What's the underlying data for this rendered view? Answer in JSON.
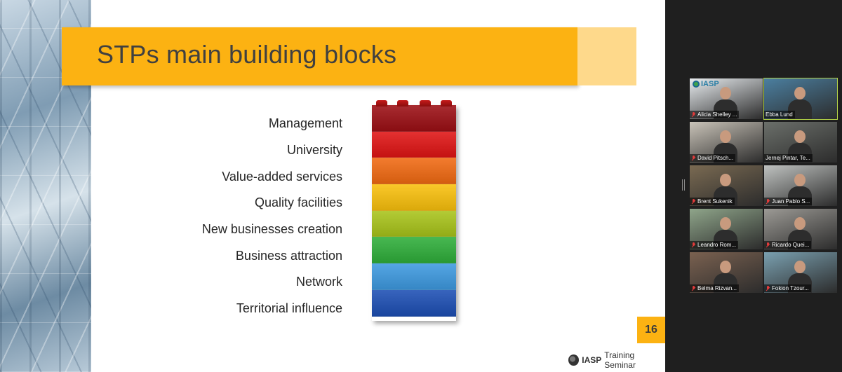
{
  "slide": {
    "title": "STPs main building blocks",
    "page_number": "16",
    "footer_brand_strong": "IASP",
    "footer_brand_rest": "Training Seminar",
    "blocks": [
      {
        "label": "Management",
        "color": "#9c0f14"
      },
      {
        "label": "University",
        "color": "#e01414"
      },
      {
        "label": "Value-added services",
        "color": "#f16a12"
      },
      {
        "label": "Quality facilities",
        "color": "#f9c00d"
      },
      {
        "label": "New businesses creation",
        "color": "#a9c41a"
      },
      {
        "label": "Business attraction",
        "color": "#2fae3a"
      },
      {
        "label": "Network",
        "color": "#3d9ae0"
      },
      {
        "label": "Territorial influence",
        "color": "#1c4fb4"
      }
    ],
    "colors": {
      "title_bar": "#fcb212",
      "title_bar_tail": "#fed98b",
      "page_badge": "#fcb212"
    }
  },
  "participants": {
    "active_speaker_color": "#b6d649",
    "mic_muted_color": "#e23b3b",
    "tiles": [
      {
        "name": "Alicia Shelley ...",
        "muted": true,
        "active": false,
        "bg": "#e8ecef",
        "logo": "IASP"
      },
      {
        "name": "Ebba Lund",
        "muted": false,
        "active": true,
        "bg": "#4b7fa0"
      },
      {
        "name": "David Pitsch...",
        "muted": true,
        "active": false,
        "bg": "#c9c3b8"
      },
      {
        "name": "Jernej Pintar, Te...",
        "muted": false,
        "active": false,
        "bg": "#6b6f6a"
      },
      {
        "name": "Brent Sukenik",
        "muted": true,
        "active": false,
        "bg": "#7a6a52"
      },
      {
        "name": "Juan Pablo S...",
        "muted": true,
        "active": false,
        "bg": "#bfc2c0"
      },
      {
        "name": "Leandro Rom...",
        "muted": true,
        "active": false,
        "bg": "#8fa58a"
      },
      {
        "name": "Ricardo Quei...",
        "muted": true,
        "active": false,
        "bg": "#9c9a95"
      },
      {
        "name": "Belma Rizvan...",
        "muted": true,
        "active": false,
        "bg": "#7a6150"
      },
      {
        "name": "Fokion Tzour...",
        "muted": true,
        "active": false,
        "bg": "#7aa0b0"
      }
    ]
  }
}
